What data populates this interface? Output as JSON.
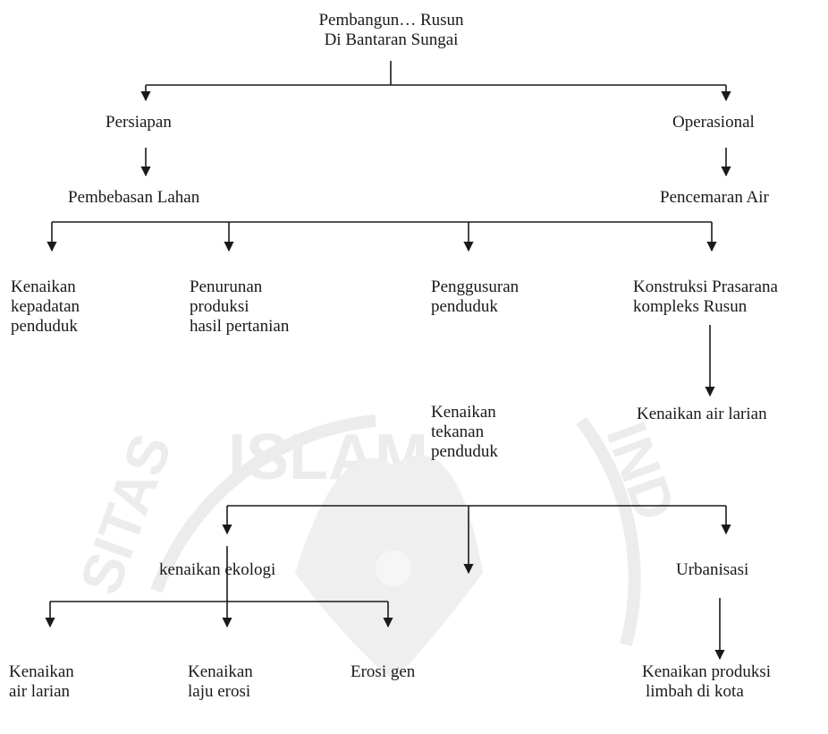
{
  "nodes": {
    "root": [
      "Pembangun… Rusun",
      "Di Bantaran Sungai"
    ],
    "persiapan": [
      "Persiapan"
    ],
    "operasional": [
      "Operasional"
    ],
    "pembebasan_lahan": [
      "Pembebasan Lahan"
    ],
    "pencemaran_air": [
      "Pencemaran Air"
    ],
    "kenaikan_kepadatan": [
      "Kenaikan",
      "kepadatan",
      "penduduk"
    ],
    "penurunan_produksi": [
      "Penurunan",
      "produksi",
      "hasil pertanian"
    ],
    "penggusuran": [
      "Penggusuran",
      "penduduk"
    ],
    "konstruksi": [
      "Konstruksi Prasarana",
      "kompleks Rusun"
    ],
    "kenaikan_air_larian_1": [
      "Kenaikan air larian"
    ],
    "kenaikan_tekanan": [
      "Kenaikan",
      "tekanan",
      "penduduk"
    ],
    "kenaikan_ekologi": [
      "kenaikan ekologi"
    ],
    "urbanisasi": [
      "Urbanisasi"
    ],
    "kenaikan_air_larian_2": [
      "Kenaikan",
      "air larian"
    ],
    "kenaikan_laju_erosi": [
      "Kenaikan",
      "laju erosi"
    ],
    "erosi_gen": [
      "Erosi gen"
    ],
    "kenaikan_produksi_limbah": [
      "Kenaikan produksi",
      "limbah di kota"
    ]
  },
  "watermark": {
    "text": "ISLAM INDONESIA",
    "color": "#e6e6e6"
  },
  "colors": {
    "text": "#1a1a1a",
    "line": "#1a1a1a"
  }
}
